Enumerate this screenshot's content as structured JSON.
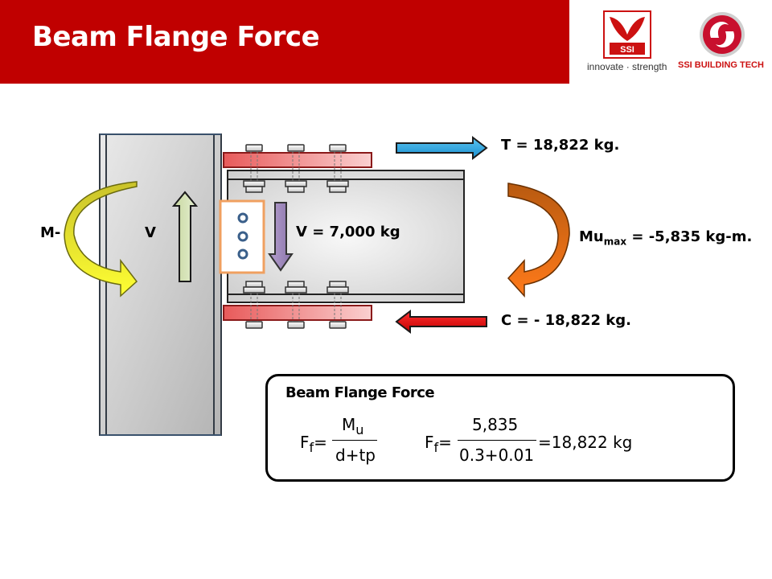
{
  "title": "Beam Flange Force",
  "logos": {
    "ssi_mark_text": "SSI",
    "tagline": "innovate · strength",
    "building_tech": "SSI BUILDING TECH"
  },
  "labels": {
    "moment_left": "M-",
    "shear_left": "V",
    "shear_value": "V = 7,000 kg",
    "tension": "T = 18,822 kg.",
    "compression": "C = - 18,822 kg.",
    "mu_main": "Mu",
    "mu_sub": "max",
    "mu_value": " = -5,835 kg-m."
  },
  "formula": {
    "heading": "Beam Flange Force",
    "lhs_main": "F",
    "lhs_sub": "f",
    "equals": "=",
    "num_symbol_main": "M",
    "num_symbol_sub": "u",
    "den_symbol": "d+tp",
    "num_value": "5,835",
    "den_value": "0.3+0.01",
    "result": "=18,822 kg"
  },
  "colors": {
    "header": "#c00000",
    "tension_arrow": "#1fa2e0",
    "compression_arrow": "#dd1111",
    "plate": "#ea6b6b",
    "bolt_group": "#f0a060",
    "bolt_hole": "#3a5f8a"
  }
}
